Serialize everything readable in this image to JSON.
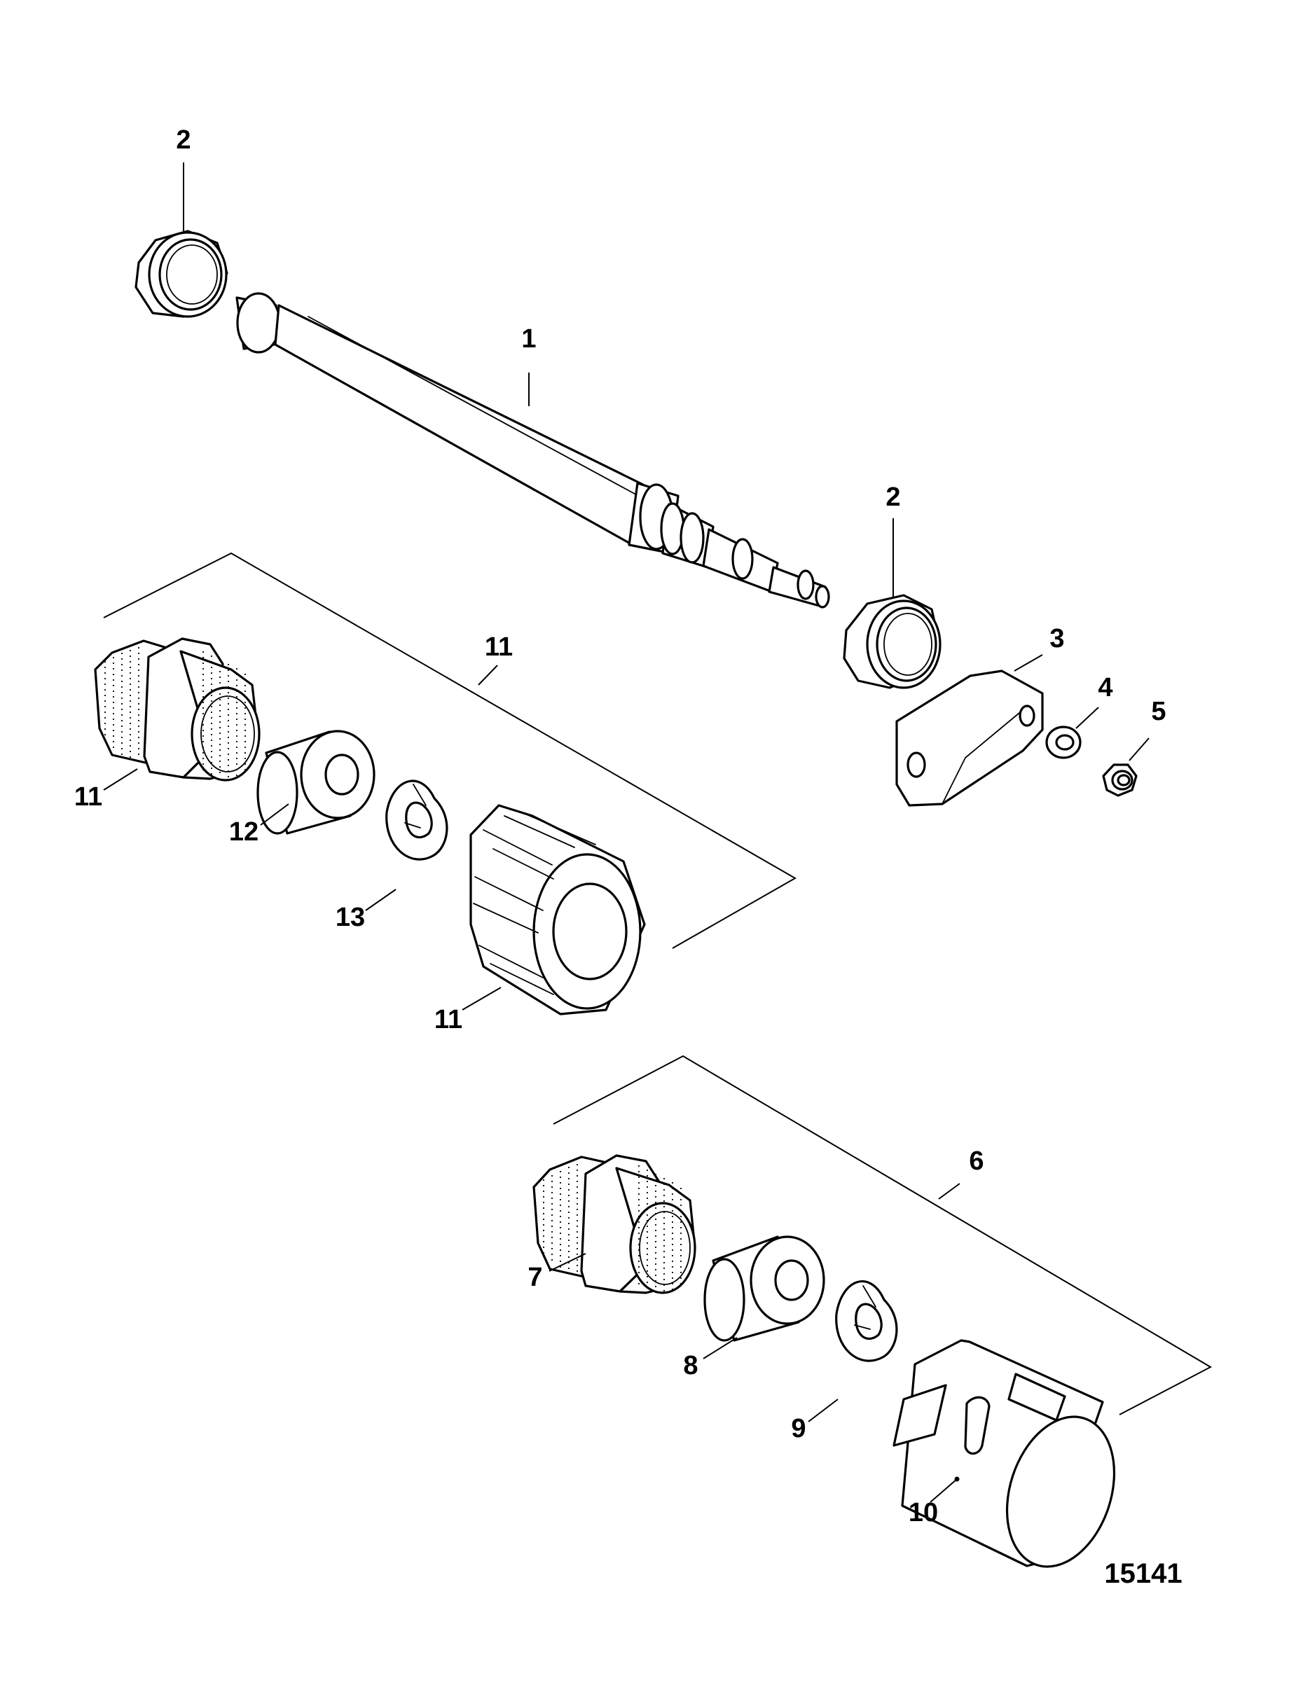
{
  "callouts": {
    "nut_top": "2",
    "shaft": "1",
    "nut_right": "2",
    "block": "3",
    "washer": "4",
    "locknut": "5",
    "kit_a": "11",
    "fitting_a": "11",
    "bushing_a": "12",
    "clip_a": "13",
    "knurled_nut": "11",
    "kit_b": "6",
    "fitting_b": "7",
    "bushing_b": "8",
    "clip_b": "9",
    "sleeve": "10"
  },
  "figure_number": "15141"
}
